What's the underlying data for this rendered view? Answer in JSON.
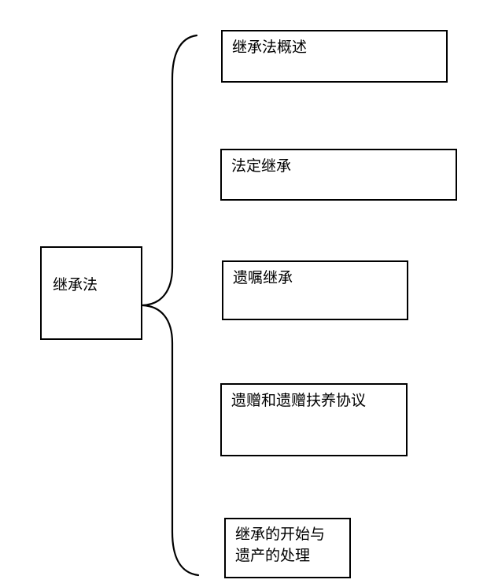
{
  "diagram": {
    "root": {
      "label": "继承法"
    },
    "children": [
      {
        "label": "继承法概述"
      },
      {
        "label": "法定继承"
      },
      {
        "label": "遗嘱继承"
      },
      {
        "label": "遗赠和遗赠扶养协议"
      },
      {
        "label": "继承的开始与\n遗产的处理"
      }
    ],
    "colors": {
      "line": "#000000",
      "box_border": "#000000",
      "background": "#ffffff"
    }
  }
}
